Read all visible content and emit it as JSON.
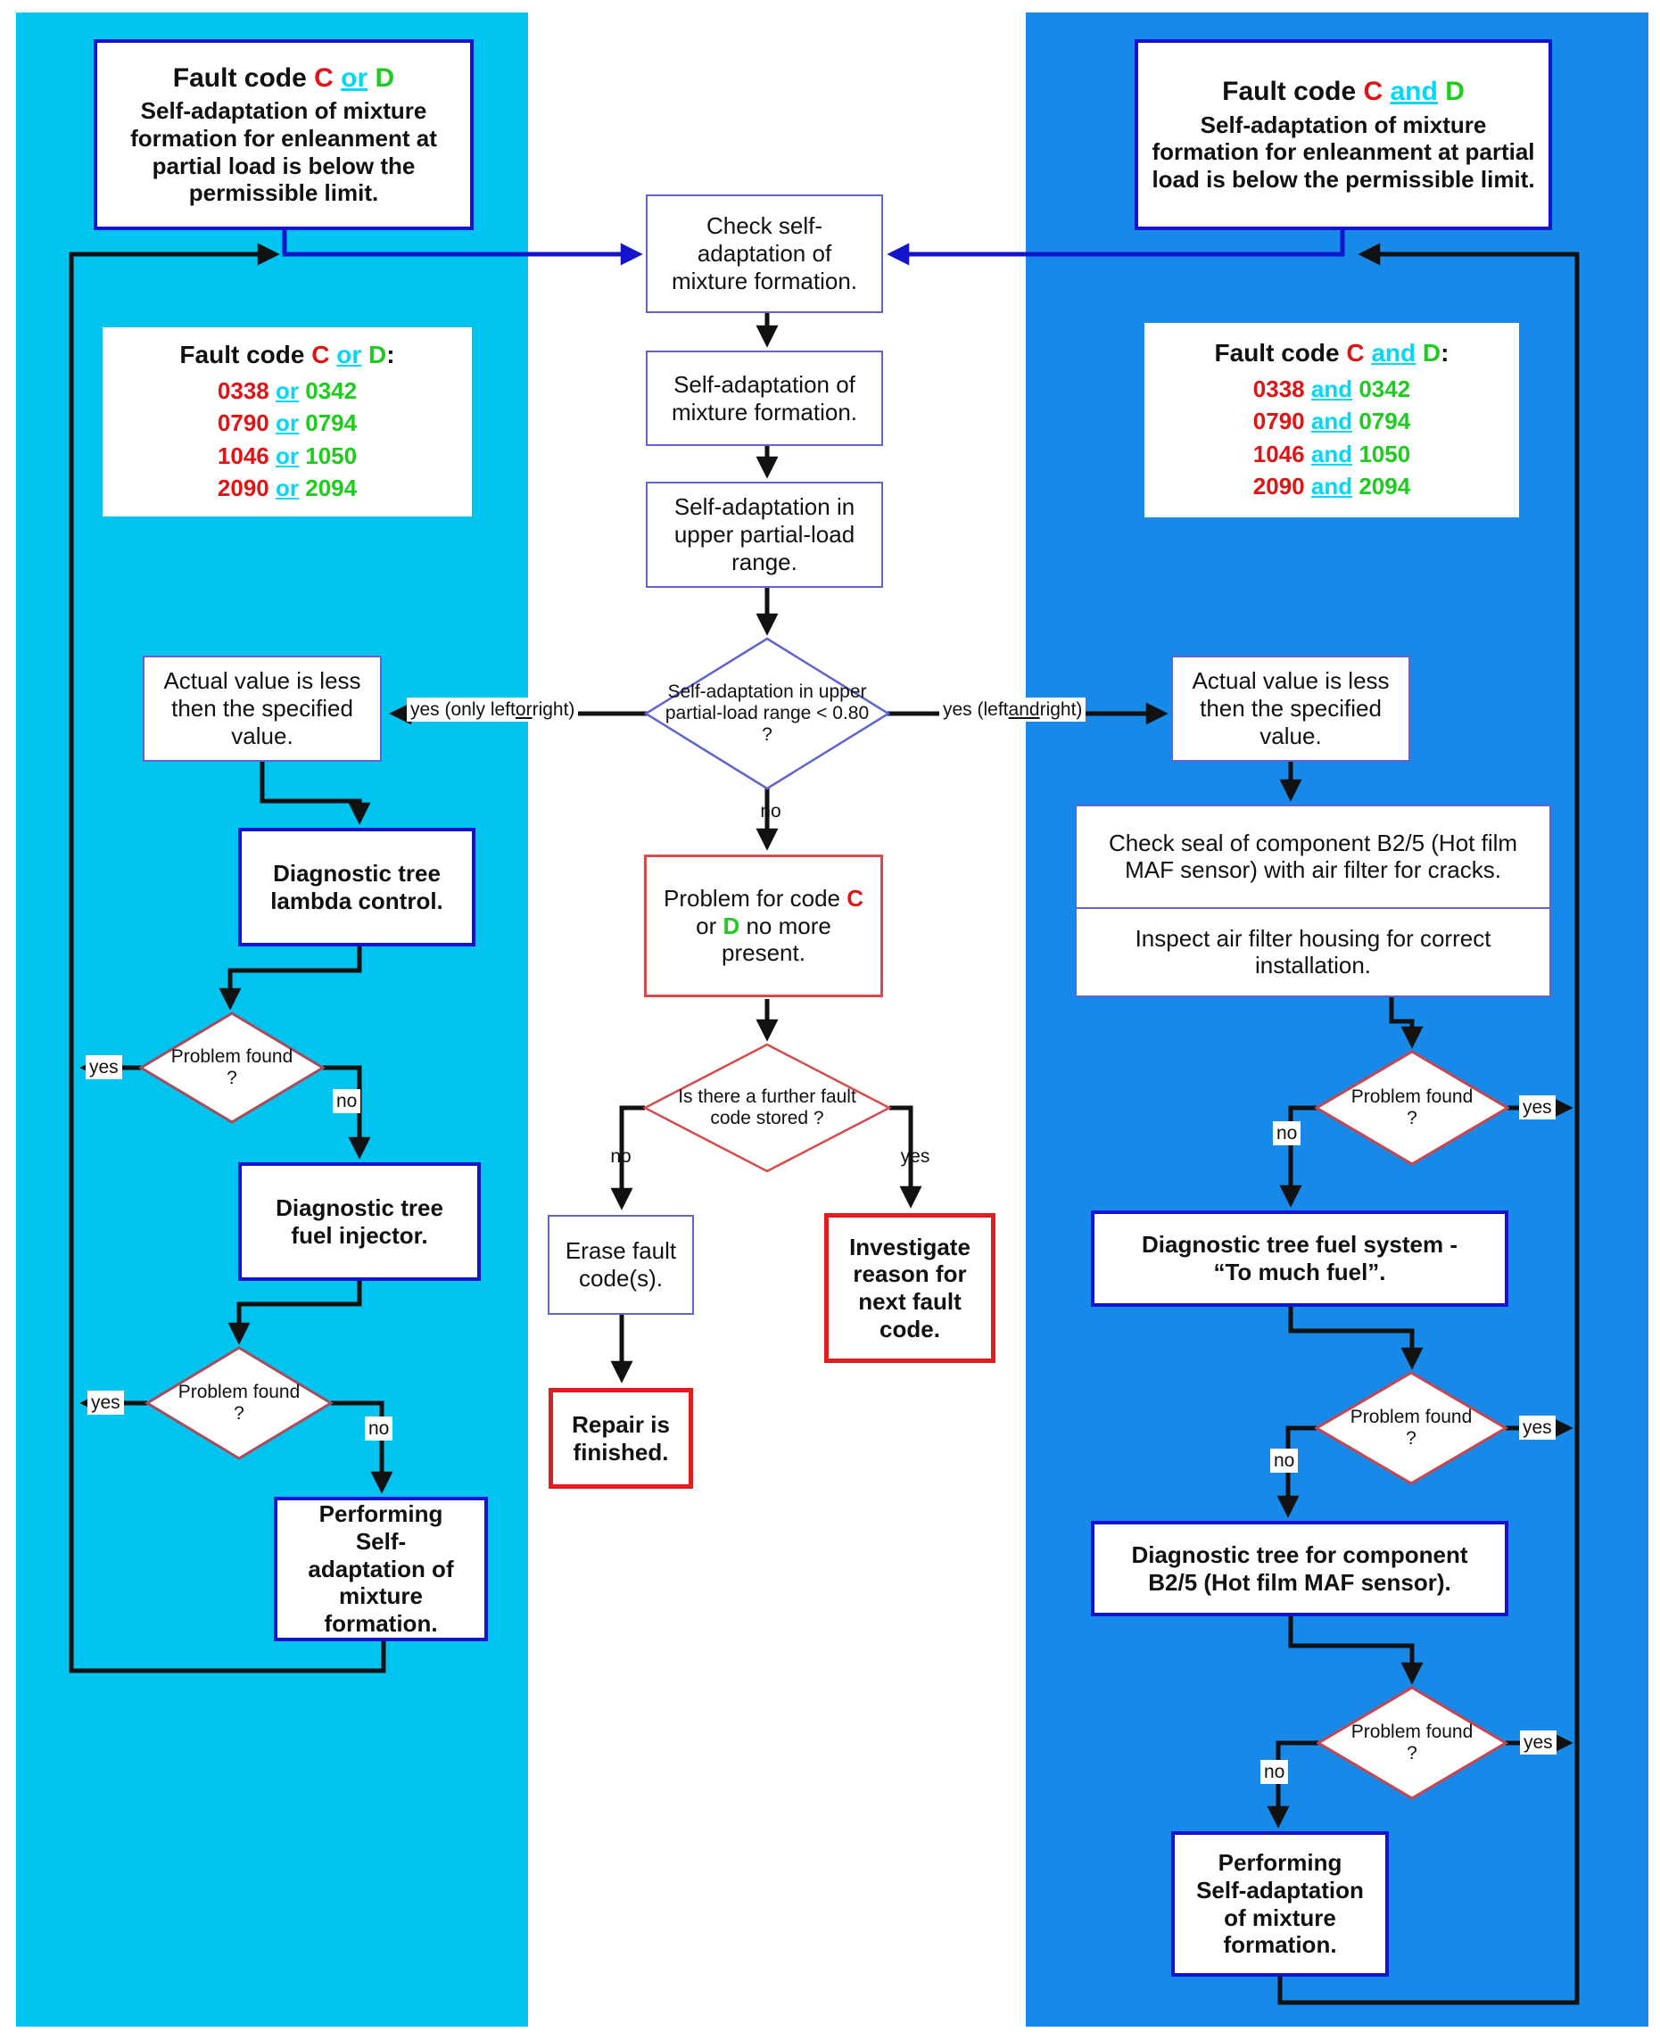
{
  "palette": {
    "left_panel": "#00C4F0",
    "right_panel": "#1689E9",
    "blue_border_thick": "#1414CF",
    "blue_border_thin": "#6064D0",
    "red_border_thick": "#E21D1D",
    "red_border_thin": "#D94A4A",
    "maroon_diamond": "#A94C59",
    "red_diamond": "#C8454F",
    "code_red": "#E01414",
    "code_green": "#1ECC1E",
    "conj_cyan": "#00D8F8",
    "line_black": "#111111",
    "arrow_blue": "#1414CC"
  },
  "left": {
    "header": {
      "prefix": "Fault code ",
      "c": "C",
      "conj": "or",
      "d": "D",
      "body": "Self-adaptation of mixture formation for enleanment at partial load is below the permissible limit."
    },
    "codes": {
      "prefix": "Fault code ",
      "c": "C",
      "conj": "or",
      "d": "D",
      "colon": ":",
      "rows": [
        {
          "a": "0338",
          "conj": "or",
          "b": "0342"
        },
        {
          "a": "0790",
          "conj": "or",
          "b": "0794"
        },
        {
          "a": "1046",
          "conj": "or",
          "b": "1050"
        },
        {
          "a": "2090",
          "conj": "or",
          "b": "2094"
        }
      ]
    },
    "actual_box": "Actual value is less then the specified value.",
    "lambda_box": "Diagnostic tree lambda control.",
    "diamond1": "Problem found ?",
    "diamond1_yes": "yes",
    "diamond1_no": "no",
    "injector_box": "Diagnostic tree fuel injector.",
    "diamond2": "Problem found ?",
    "diamond2_yes": "yes",
    "diamond2_no": "no",
    "performing_box": "Performing Self-adaptation of mixture formation."
  },
  "center": {
    "check_box": "Check self-adaptation of mixture formation.",
    "selfadapt_box": "Self-adaptation of mixture formation.",
    "upper_box": "Self-adaptation in upper partial-load range.",
    "diamond_main": "Self-adaptation in upper partial-load range < 0.80 ?",
    "label_yes_left": {
      "pre": "yes (only left ",
      "conj": "or",
      "post": " right)"
    },
    "label_yes_right": {
      "pre": "yes (left ",
      "conj": "and",
      "post": " right)"
    },
    "label_no": "no",
    "problem_box": {
      "pre": "Problem for code ",
      "c": "C",
      "mid": " or ",
      "d": "D",
      "post": " no more present."
    },
    "diamond_further": "Is there a further fault code stored ?",
    "further_no": "no",
    "further_yes": "yes",
    "erase_box": "Erase fault code(s).",
    "repair_box": "Repair is finished.",
    "investigate_box": "Investigate reason for next fault code."
  },
  "right": {
    "header": {
      "prefix": "Fault code ",
      "c": "C",
      "conj": "and",
      "d": "D",
      "body": "Self-adaptation of mixture formation for enleanment at partial load is below the permissible limit."
    },
    "codes": {
      "prefix": "Fault code ",
      "c": "C",
      "conj": "and",
      "d": "D",
      "colon": ":",
      "rows": [
        {
          "a": "0338",
          "conj": "and",
          "b": "0342"
        },
        {
          "a": "0790",
          "conj": "and",
          "b": "0794"
        },
        {
          "a": "1046",
          "conj": "and",
          "b": "1050"
        },
        {
          "a": "2090",
          "conj": "and",
          "b": "2094"
        }
      ]
    },
    "actual_box": "Actual value is less then the specified value.",
    "seal_box_top": "Check seal of component B2/5 (Hot film MAF sensor) with air filter for cracks.",
    "seal_box_bottom": "Inspect air filter housing for correct installation.",
    "diamond1": "Problem found ?",
    "diamond1_yes": "yes",
    "diamond1_no": "no",
    "fuel_box_line1": "Diagnostic tree fuel system -",
    "fuel_box_line2": "“To much fuel”.",
    "diamond2": "Problem found ?",
    "diamond2_yes": "yes",
    "diamond2_no": "no",
    "b25_box": "Diagnostic tree for component B2/5 (Hot film MAF sensor).",
    "diamond3": "Problem found ?",
    "diamond3_yes": "yes",
    "diamond3_no": "no",
    "performing_box": "Performing Self-adaptation of mixture formation."
  }
}
